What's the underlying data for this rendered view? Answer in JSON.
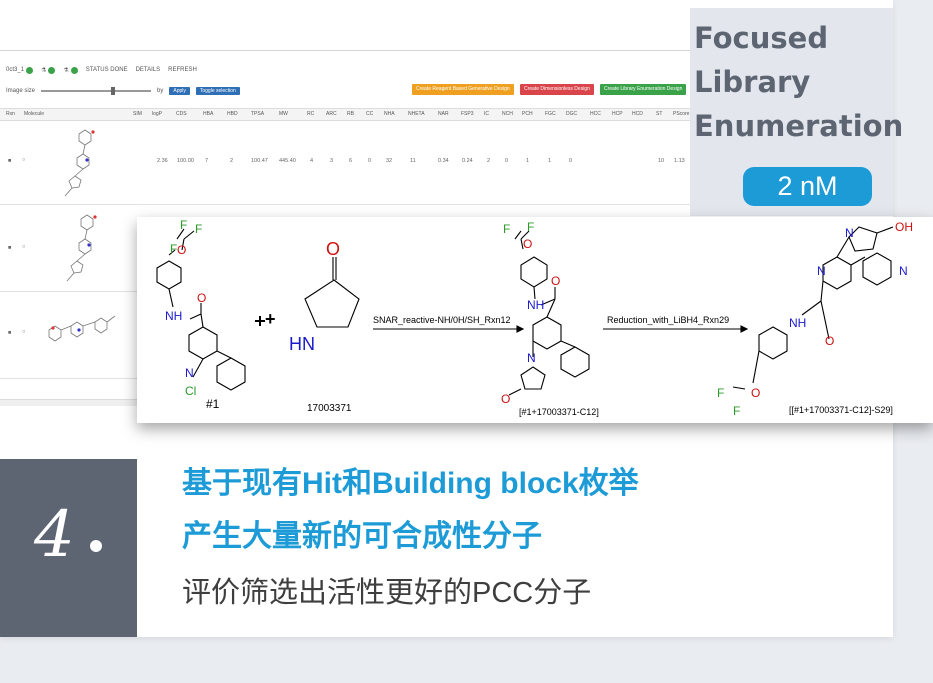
{
  "title": {
    "lines": [
      "Focused",
      "Library",
      "Enumeration"
    ],
    "potency": "2 nM"
  },
  "software": {
    "tabs": [
      {
        "label": "0ct3_1",
        "count": "1"
      },
      {
        "label": "",
        "count": "0"
      },
      {
        "label": "",
        "count": "0"
      },
      {
        "label": "STATUS DONE",
        "count": ""
      },
      {
        "label": "DETAILS",
        "count": ""
      },
      {
        "label": "REFRESH",
        "count": ""
      }
    ],
    "image_size_label": "Image size",
    "by_label": "by",
    "apply_button": "Apply",
    "toggle_button": "Toggle selection",
    "action_buttons": [
      {
        "label": "Create Reagent Based Generative Design",
        "color": "#f0a020"
      },
      {
        "label": "Create Dimensionless Design",
        "color": "#d9454a"
      },
      {
        "label": "Create Library Enumeration Design",
        "color": "#3aa34a"
      }
    ],
    "columns": [
      "Rxn",
      "Molecule",
      "SIM",
      "logP",
      "CDS",
      "HBA",
      "HBD",
      "TPSA",
      "MW",
      "RC",
      "ARC",
      "RB",
      "CC",
      "NHA",
      "NHETA",
      "NAR",
      "FSP3",
      "IC",
      "NCH",
      "PCH",
      "FGC",
      "DGC",
      "HCC",
      "HCP",
      "HCD",
      "ST",
      "PScore"
    ],
    "rows": [
      {
        "values": [
          "2.36",
          "100.00",
          "7",
          "2",
          "100.47",
          "445.40",
          "4",
          "3",
          "6",
          "0",
          "32",
          "11",
          "0.34",
          "0.24",
          "2",
          "0",
          "1",
          "1",
          "0",
          "",
          "",
          "",
          "10",
          "1.13"
        ]
      },
      {
        "values": []
      },
      {
        "values": []
      }
    ]
  },
  "reaction": {
    "reactant1_label": "#1",
    "reactant2_label": "17003371",
    "step1": "SNAR_reactive-NH/0H/SH_Rxn12",
    "intermediate_label": "[#1+17003371-C12]",
    "step2": "Reduction_with_LiBH4_Rxn29",
    "product_label": "[[#1+17003371-C12]-S29]",
    "plus": "+",
    "atoms": {
      "F": "F",
      "O": "O",
      "N": "N",
      "NH": "NH",
      "HN": "HN",
      "Cl": "Cl",
      "OH": "OH"
    }
  },
  "section": {
    "number": "4",
    "line1": "基于现有Hit和Building block枚举",
    "line2": "产生大量新的可合成性分子",
    "line3": "评价筛选出活性更好的PCC分子"
  },
  "colors": {
    "accent_blue": "#1d9bd7",
    "slate": "#5d6472",
    "panel": "#e3e7ed",
    "atom_blue": "#1a1acc",
    "atom_red": "#cc1111",
    "atom_green": "#2a9a2a"
  }
}
